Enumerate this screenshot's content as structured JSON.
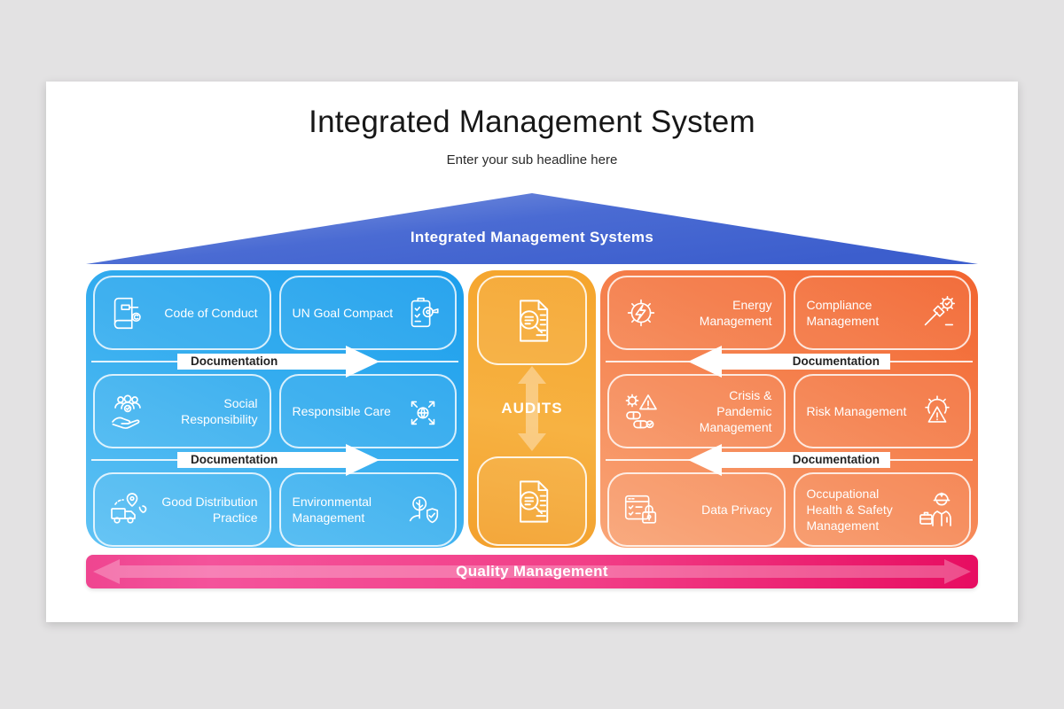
{
  "slide": {
    "title": "Integrated Management System",
    "subtitle": "Enter your sub headline here"
  },
  "roof": {
    "label": "Integrated Management Systems"
  },
  "left_panel": {
    "cells": [
      {
        "label": "Code of Conduct",
        "icon": "book-gavel-icon"
      },
      {
        "label": "UN Goal Compact",
        "icon": "clipboard-target-icon"
      },
      {
        "label": "Social Responsibility",
        "icon": "hand-people-icon"
      },
      {
        "label": "Responsible Care",
        "icon": "gear-arrows-icon"
      },
      {
        "label": "Good Distribution Practice",
        "icon": "truck-pins-icon"
      },
      {
        "label": "Environmental Management",
        "icon": "tree-shield-icon"
      }
    ],
    "arrows": [
      "Documentation",
      "Documentation"
    ]
  },
  "middle_panel": {
    "label": "AUDITS",
    "top_icon": "doc-magnifier-icon",
    "bottom_icon": "doc-magnifier-icon"
  },
  "right_panel": {
    "cells": [
      {
        "label": "Energy Management",
        "icon": "gear-bolt-icon"
      },
      {
        "label": "Compliance Management",
        "icon": "gavel-gear-icon"
      },
      {
        "label": "Crisis & Pandemic Management",
        "icon": "gears-warning-icon"
      },
      {
        "label": "Risk Management",
        "icon": "gear-warning-icon"
      },
      {
        "label": "Data Privacy",
        "icon": "browser-lock-icon"
      },
      {
        "label": "Occupational Health & Safety Management",
        "icon": "worker-toolbox-icon"
      }
    ],
    "arrows": [
      "Documentation",
      "Documentation"
    ]
  },
  "banner": {
    "label": "Quality Management"
  },
  "colors": {
    "background": "#e3e2e3",
    "slide": "#ffffff",
    "roof_blue": "#4465d0",
    "left_panel_blue": "#2aa7ee",
    "middle_panel_orange": "#f6ab32",
    "right_panel_orange": "#f57c47",
    "banner_pink": "#ee2d7d",
    "doc_arrow_white": "#ffffff",
    "doc_label_dark": "#222222"
  }
}
